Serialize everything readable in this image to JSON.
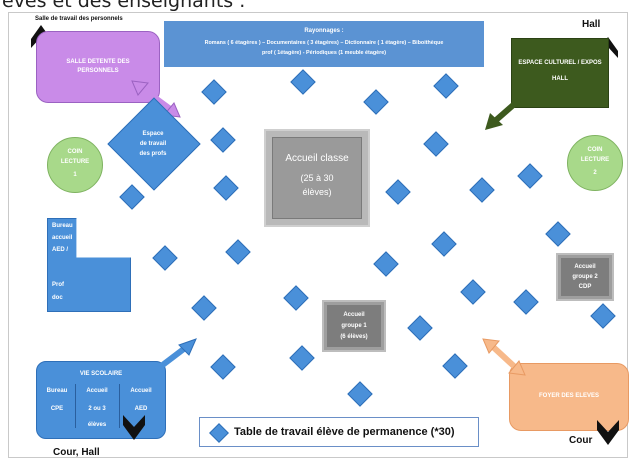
{
  "caption": "èves et des enseignants .",
  "labels": {
    "salle_travail": "Salle de travail des personnels",
    "hall_top": "Hall",
    "cour_hall": "Cour, Hall",
    "cour": "Cour"
  },
  "rayonnages": {
    "title": "Rayonnages :",
    "line1": "Romans ( 6 étagères ) – Documentaires ( 3 étagères) – Dictionnaire ( 1 étagère) – Biboithèque",
    "line2": "prof ( 1étagère) - Périodiques (1 meuble étagère)"
  },
  "salle_detente": "SALLE DETENTE DES PERSONNELS",
  "espace_culturel": {
    "line1": "ESPACE CULTUREL / EXPOS",
    "line2": "HALL"
  },
  "espace_travail_profs": {
    "line1": "Espace",
    "line2": "de travail",
    "line3": "des profs"
  },
  "coin_lecture_1": {
    "line1": "COIN",
    "line2": "LECTURE",
    "line3": "1"
  },
  "coin_lecture_2": {
    "line1": "COIN",
    "line2": "LECTURE",
    "line3": "2"
  },
  "accueil_classe": {
    "line1": "Accueil classe",
    "line2": "(25 à 30",
    "line3": "élèves)"
  },
  "bureau_accueil": {
    "line1": "Bureau",
    "line2": "accueil",
    "line3": "AED /",
    "line4": "Prof",
    "line5": "doc"
  },
  "accueil_groupe_2": {
    "line1": "Accueil",
    "line2": "groupe 2",
    "line3": "CDP"
  },
  "accueil_groupe_1": {
    "line1": "Accueil",
    "line2": "groupe 1",
    "line3": "(6 élèves)"
  },
  "vie_scolaire": {
    "title": "VIE SCOLAIRE",
    "col1": [
      "Bureau",
      "CPE"
    ],
    "col2": [
      "Accueil",
      "2 ou 3",
      "élèves"
    ],
    "col3": [
      "Accueil",
      "AED"
    ]
  },
  "foyer": "FOYER DES ELEVES",
  "legend": "Table de travail élève de permanence (*30)",
  "colors": {
    "blue": "#4a90d9",
    "purple": "#c98be8",
    "dark_green": "#3d5a1e",
    "light_green": "#a8d98a",
    "orange": "#f7b98a",
    "gray": "#9a9a9a"
  }
}
